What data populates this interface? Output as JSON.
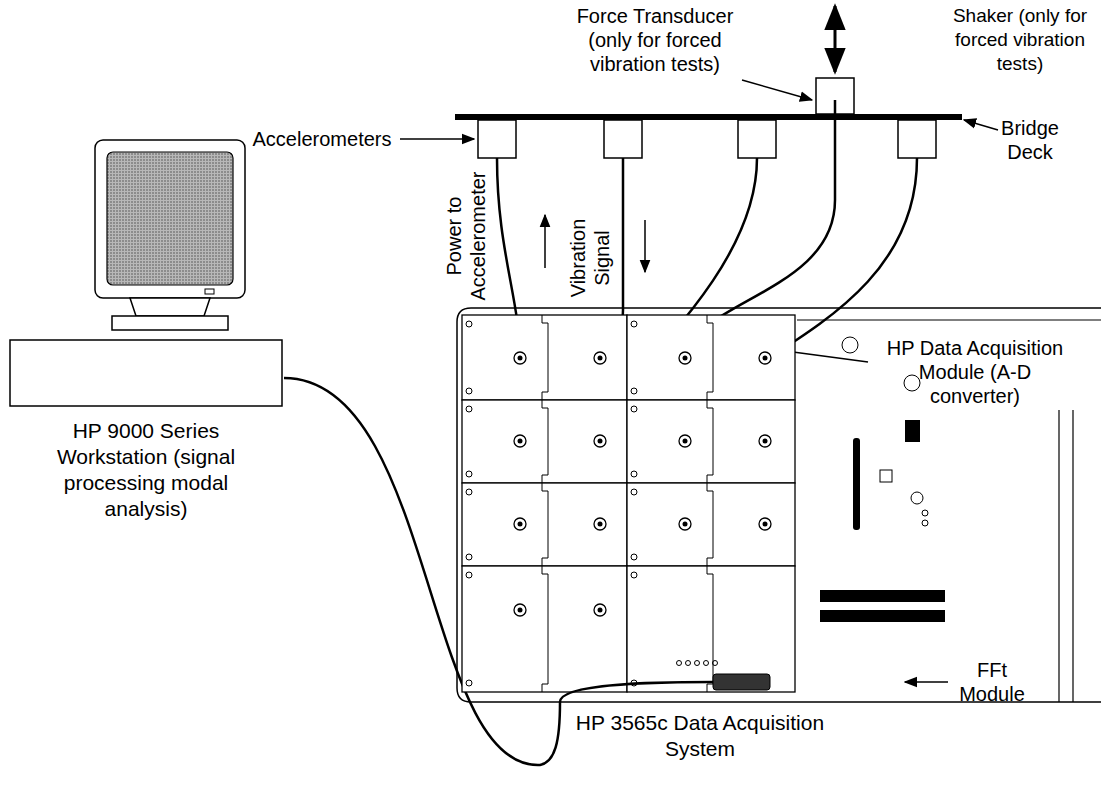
{
  "diagram": {
    "nodes": [
      {
        "text": [
          "HP 9000 Series Workstation (signal processing modal analysis)"
        ]
      },
      {
        "text": [
          "HP 3565c Data Acquisition System"
        ]
      }
    ],
    "edges": [
      {
        "from": 0,
        "to": 1,
        "arrow": "none"
      }
    ],
    "labels": [
      "Force Transducer (only for forced vibration tests)",
      "Shaker (only for forced vibration tests)",
      "Accelerometers",
      "Bridge Deck",
      "Power to Accelerometer",
      "Vibration Signal",
      "HP Data Acquisition Module (A-D converter)",
      "FFt Module"
    ]
  }
}
